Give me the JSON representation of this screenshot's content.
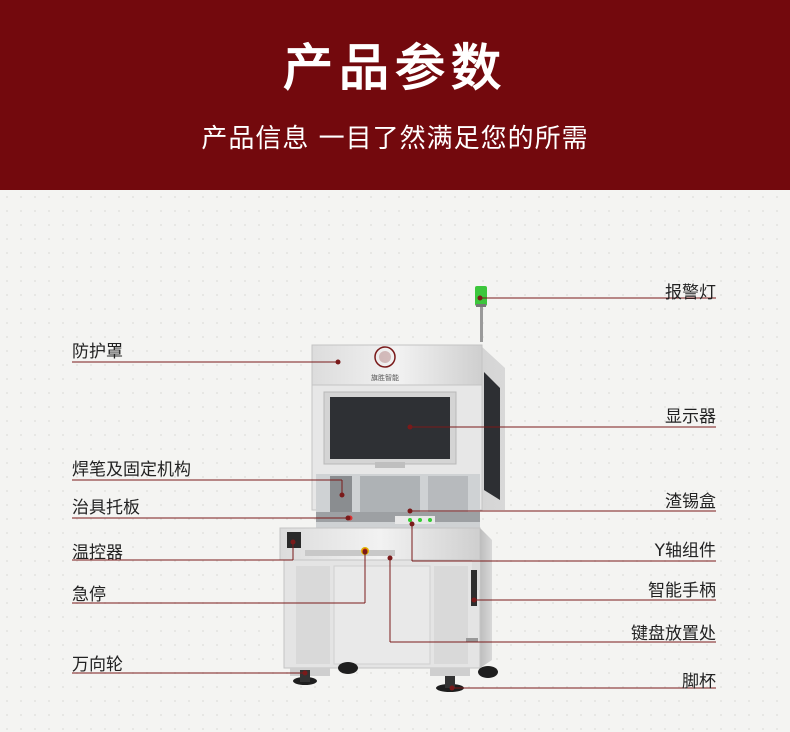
{
  "header": {
    "title": "产品参数",
    "subtitle": "产品信息 一目了然满足您的所需"
  },
  "colors": {
    "banner": "#73090d",
    "leader_line": "#7a1a1a",
    "signal_light": "#3cc63c"
  },
  "machine": {
    "logo_text": "旗胜智能"
  },
  "labels": {
    "left": [
      "防护罩",
      "焊笔及固定机构",
      "治具托板",
      "温控器",
      "急停",
      "万向轮"
    ],
    "right": [
      "报警灯",
      "显示器",
      "渣锡盒",
      "Y轴组件",
      "智能手柄",
      "键盘放置处",
      "脚杯"
    ]
  }
}
